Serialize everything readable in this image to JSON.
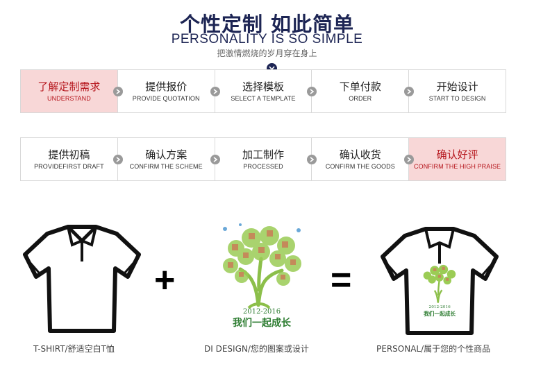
{
  "header": {
    "title_cn": "个性定制 如此简单",
    "title_en": "PERSONALITY IS SO SIMPLE",
    "subtitle": "把激情燃烧的岁月穿在身上"
  },
  "steps_row1": [
    {
      "cn": "了解定制需求",
      "en": "UNDERSTAND",
      "highlight": true
    },
    {
      "cn": "提供报价",
      "en": "PROVIDE QUOTATION",
      "highlight": false
    },
    {
      "cn": "选择模板",
      "en": "SELECT A TEMPLATE",
      "highlight": false
    },
    {
      "cn": "下单付款",
      "en": "ORDER",
      "highlight": false
    },
    {
      "cn": "开始设计",
      "en": "START TO DESIGN",
      "highlight": false
    }
  ],
  "steps_row2": [
    {
      "cn": "提供初稿",
      "en": "PROVIDEFIRST DRAFT",
      "highlight": false
    },
    {
      "cn": "确认方案",
      "en": "CONFIRM THE SCHEME",
      "highlight": false
    },
    {
      "cn": "加工制作",
      "en": "PROCESSED",
      "highlight": false
    },
    {
      "cn": "确认收货",
      "en": "CONFIRM THE GOODS",
      "highlight": false
    },
    {
      "cn": "确认好评",
      "en": "CONFIRM THE HIGH PRAISE",
      "highlight": true
    }
  ],
  "equation": {
    "plus": "+",
    "equals": "=",
    "tree_years": "2012-2016",
    "tree_slogan": "我们一起成长"
  },
  "labels": {
    "tshirt": "T-SHIRT/舒适空白T恤",
    "design": "DI DESIGN/您的图案或设计",
    "personal": "PERSONAL/属于您的个性商品"
  },
  "colors": {
    "navy": "#1d2554",
    "highlight_bg": "#f8d7d7",
    "highlight_text": "#b5141b",
    "tree_green": "#7cb342"
  }
}
